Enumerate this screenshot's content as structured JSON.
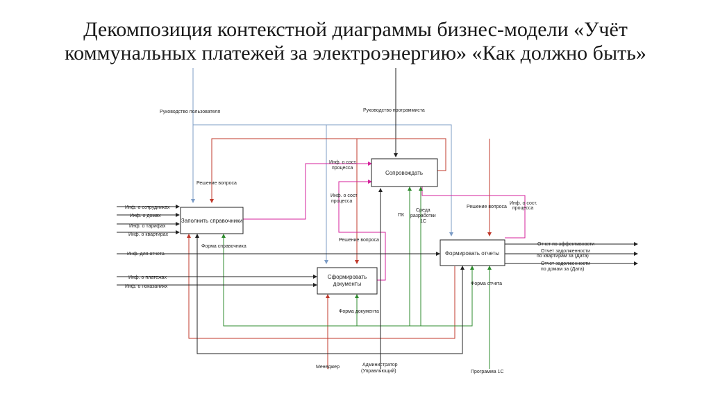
{
  "title": {
    "line1": "Декомпозиция контекстной диаграммы бизнес-модели «Учёт",
    "line2": "коммунальных платежей за электроэнергию» «Как должно быть»"
  },
  "colors": {
    "control_blue": "#7c9cc6",
    "feedback_red": "#c0392b",
    "mechanism_green": "#2e8b2e",
    "output_magenta": "#d4209b",
    "line_black": "#222222"
  },
  "boxes": {
    "fill": "Заполнить справочники",
    "support": "Сопровождать",
    "form_docs_1": "Сформировать",
    "form_docs_2": "документы",
    "reports": "Формировать отчеты"
  },
  "labels": {
    "user_guide": "Руководство пользователя",
    "programmer_guide": "Руководство программиста",
    "inf_employees": "Инф. о сотрудниках",
    "inf_houses": "Инф. о домах",
    "inf_tariffs": "Инф. о тарифах",
    "inf_apartments": "Инф. о квартирах",
    "inf_report": "Инф. для отчета",
    "inf_payments": "Инф. о платежах",
    "inf_readings": "Инф. о показаниях",
    "decision_1": "Решение вопроса",
    "decision_2": "Решение вопроса",
    "decision_3": "Решение вопроса",
    "form_directory": "Форма справочника",
    "proc_state_1a": "Инф. о сост.",
    "proc_state_1b": "процесса",
    "proc_state_2a": "Инф. о сост",
    "proc_state_2b": "процесса",
    "proc_state_3a": "Инф. о сост.",
    "proc_state_3b": "процесса",
    "pc": "ПК",
    "env_1": "Среда",
    "env_2": "разработки",
    "env_3": "1С",
    "form_document": "Форма документа",
    "form_report": "Форма отчета",
    "out_efficiency": "Отчет по эффективности",
    "out_debt_apt_1": "Отчет задолженности",
    "out_debt_apt_2": "по квартирам за (Дата)",
    "out_debt_house_1": "Отчет задолженности",
    "out_debt_house_2": "по домам за (Дата)",
    "manager": "Менеджер",
    "admin_1": "Администратор",
    "admin_2": "(Управляющий)",
    "program_1c": "Программа 1С"
  }
}
